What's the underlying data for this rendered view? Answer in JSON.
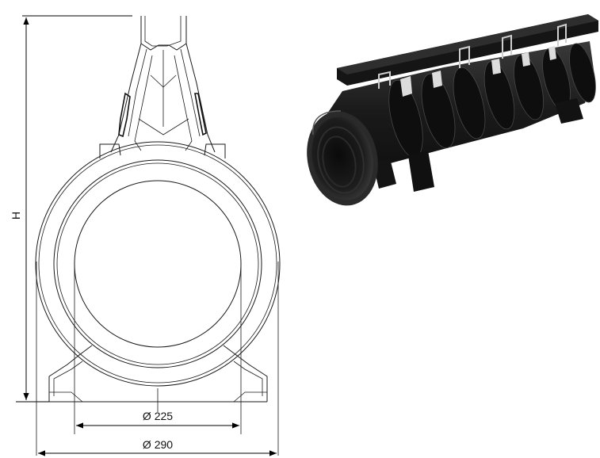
{
  "drawing": {
    "height_label": "H",
    "inner_diameter_label": "Ø 225",
    "outer_diameter_label": "Ø 290"
  },
  "colors": {
    "line": "#1a1a1a",
    "product_body": "#1e1e1e",
    "product_highlight": "#4a4a4a",
    "clip": "#c9c9c9"
  },
  "product_image": {
    "icon": "black-plastic-slotted-drainage-channel-render"
  }
}
